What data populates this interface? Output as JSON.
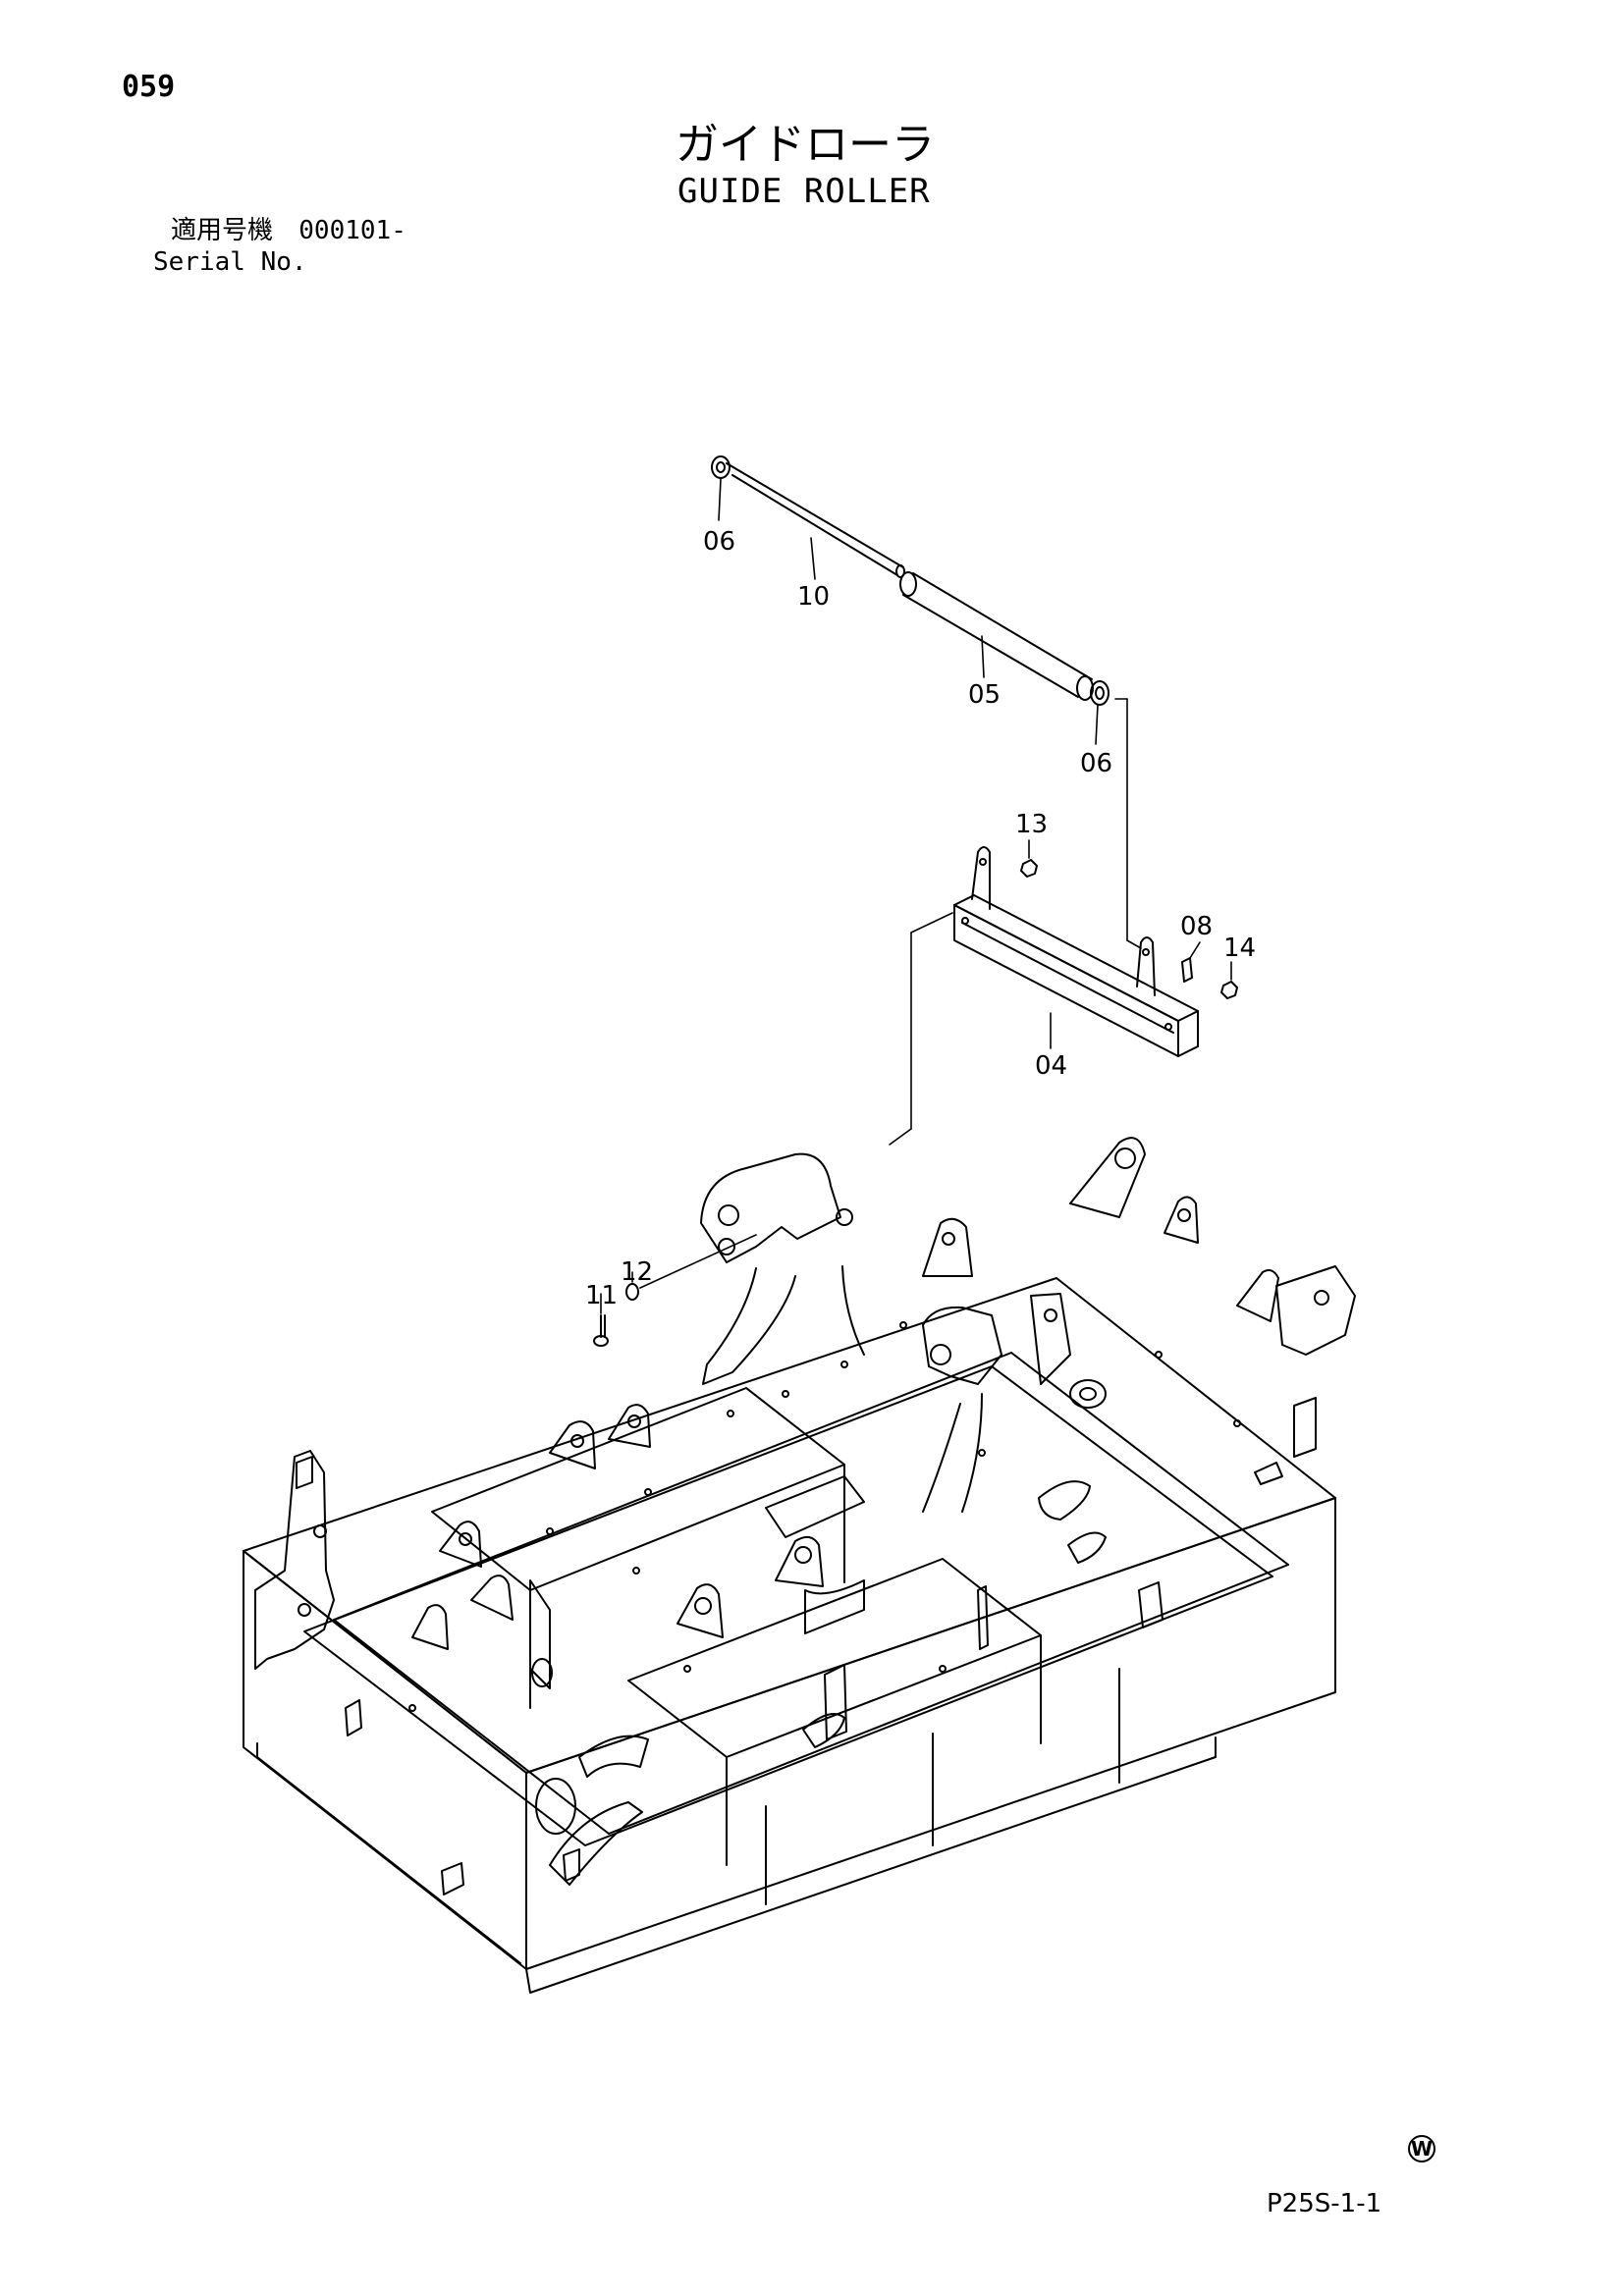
{
  "page_number": "059",
  "title_jp": "ガイドローラ",
  "title_en": "GUIDE ROLLER",
  "serial_label_jp": "適用号機",
  "serial_value": "000101-",
  "serial_label_en": "Serial No.",
  "drawing_code": "P25S-1-1",
  "mark": "W",
  "parts": [
    {
      "id": "06",
      "text": "06"
    },
    {
      "id": "10",
      "text": "10"
    },
    {
      "id": "05",
      "text": "05"
    },
    {
      "id": "06b",
      "text": "06"
    },
    {
      "id": "13",
      "text": "13"
    },
    {
      "id": "08",
      "text": "08"
    },
    {
      "id": "14",
      "text": "14"
    },
    {
      "id": "04",
      "text": "04"
    },
    {
      "id": "11",
      "text": "11"
    },
    {
      "id": "12",
      "text": "12"
    }
  ]
}
